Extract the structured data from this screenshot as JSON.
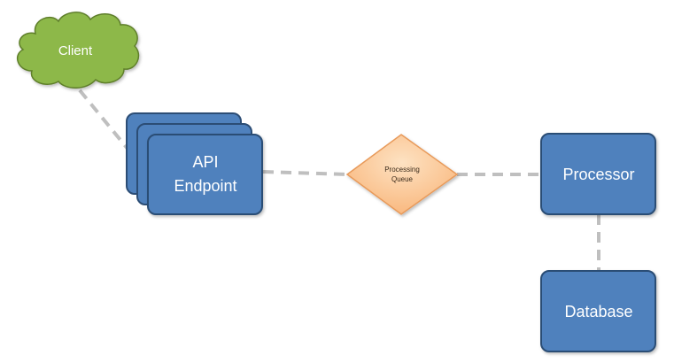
{
  "nodes": {
    "client": {
      "label": "Client"
    },
    "api_endpoint": {
      "label_line1": "API",
      "label_line2": "Endpoint"
    },
    "processing_queue": {
      "label_line1": "Processing",
      "label_line2": "Queue"
    },
    "processor": {
      "label": "Processor"
    },
    "database": {
      "label": "Database"
    }
  },
  "colors": {
    "box_fill": "#4f81bd",
    "box_stroke": "#2c4d75",
    "cloud_fill": "#8db84a",
    "cloud_stroke": "#5f7f2c",
    "diamond_fill_light": "#fde2c2",
    "diamond_fill_dark": "#f9b57a",
    "diamond_stroke": "#e89a5a",
    "connector": "#bfbfbf"
  },
  "edges": [
    {
      "from": "Client",
      "to": "API Endpoint"
    },
    {
      "from": "API Endpoint",
      "to": "Processing Queue"
    },
    {
      "from": "Processing Queue",
      "to": "Processor"
    },
    {
      "from": "Processor",
      "to": "Database"
    }
  ]
}
